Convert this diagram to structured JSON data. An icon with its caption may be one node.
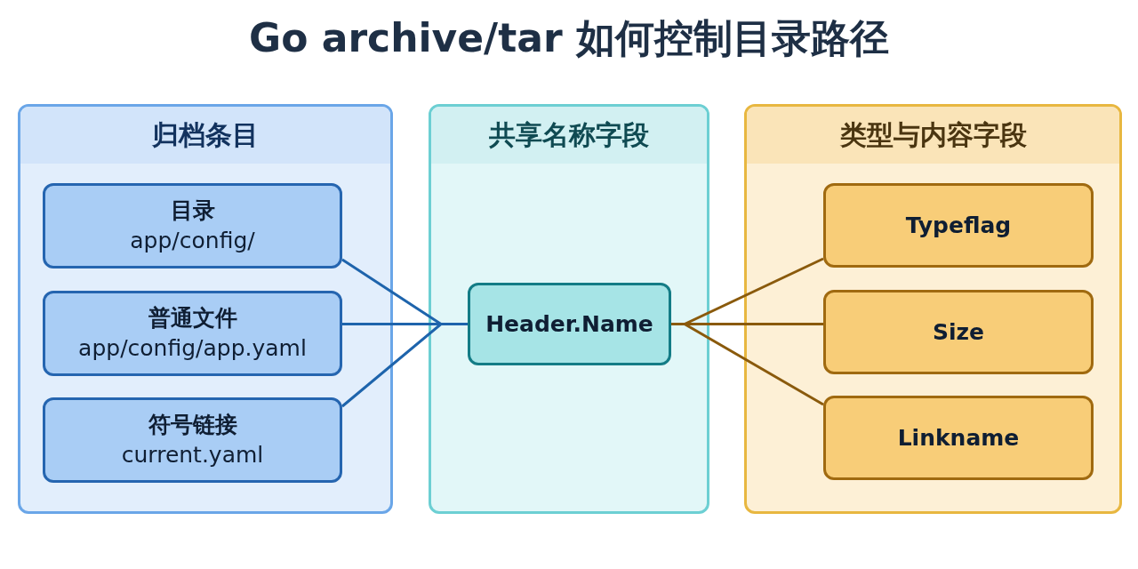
{
  "diagram": {
    "title": "Go archive/tar 如何控制目录路径",
    "nodes": [
      {
        "text": [
          "归档条目"
        ]
      },
      {
        "text": [
          "目录",
          "app/config/"
        ],
        "in": 0
      },
      {
        "text": [
          "普通文件",
          "app/config/app.yaml"
        ],
        "in": 0
      },
      {
        "text": [
          "符号链接",
          "current.yaml"
        ],
        "in": 0
      },
      {
        "text": [
          "共享名称字段"
        ]
      },
      {
        "text": [
          "Header.Name"
        ],
        "in": 4
      },
      {
        "text": [
          "类型与内容字段"
        ]
      },
      {
        "text": [
          "Typeflag"
        ],
        "in": 6
      },
      {
        "text": [
          "Size"
        ],
        "in": 6
      },
      {
        "text": [
          "Linkname"
        ],
        "in": 6
      }
    ],
    "edges": [
      {
        "from": 1,
        "to": 5,
        "arrow": "none"
      },
      {
        "from": 2,
        "to": 5,
        "arrow": "none"
      },
      {
        "from": 3,
        "to": 5,
        "arrow": "none"
      },
      {
        "from": 5,
        "to": 7,
        "arrow": "none",
        "color": "#8a5a0c"
      },
      {
        "from": 5,
        "to": 8,
        "arrow": "none",
        "color": "#8a5a0c"
      },
      {
        "from": 5,
        "to": 9,
        "arrow": "none",
        "color": "#8a5a0c"
      }
    ]
  }
}
